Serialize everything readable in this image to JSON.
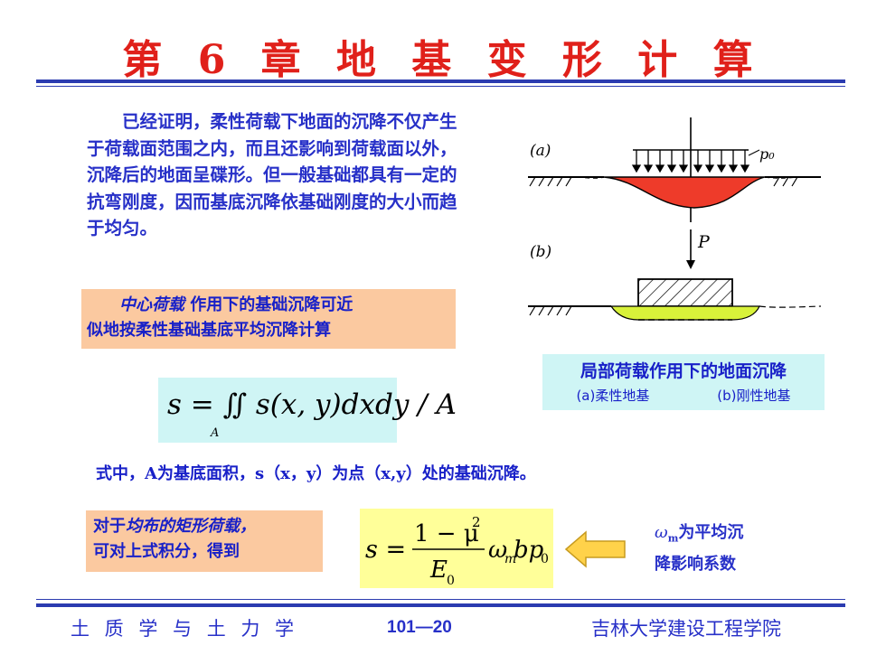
{
  "title": "第 6 章  地 基 变 形 计 算",
  "paragraph": "已经证明，柔性荷载下地面的沉降不仅产生于荷载面范围之内，而且还影响到荷载面以外，沉降后的地面呈碟形。但一般基础都具有一定的抗弯刚度，因而基底沉降依基础刚度的大小而趋于均匀。",
  "box1": {
    "italic": "中心荷载",
    "text1": " 作用下的基础沉降可近",
    "text2": "似地按柔性基础基底平均沉降计算"
  },
  "formula1": {
    "text": "s = ∬ s(x, y)dxdy / A",
    "subscript": "A"
  },
  "explanation": "式中，A为基底面积，s（x，y）为点（x,y）处的基础沉降。",
  "box2": {
    "line1_prefix": "对于",
    "line1_italic": "均布的矩形荷载，",
    "line2": "可对上式积分，得到"
  },
  "formula2": {
    "lhs": "s =",
    "numerator": "1 − μ",
    "numerator_sup": "2",
    "denominator": "E",
    "denominator_sub": "0",
    "rhs": "ω",
    "rhs_sub": "m",
    "rhs_tail": "bp",
    "rhs_tail_sub": "0"
  },
  "note": {
    "symbol": "ω",
    "symbol_sub": "m",
    "line1": "为平均沉",
    "line2": "降影响系数"
  },
  "figure": {
    "label_a": "(a)",
    "label_b": "(b)",
    "label_p0": "p₀",
    "label_P": "P"
  },
  "caption": {
    "main": "局部荷载作用下的地面沉降",
    "sub_a": "(a)柔性地基",
    "sub_b": "(b)刚性地基"
  },
  "footer": {
    "left": "土 质 学 与 土 力 学",
    "middle": "101—20",
    "right": "吉林大学建设工程学院"
  },
  "colors": {
    "title": "#e0201a",
    "text": "#2730c8",
    "orange_box": "#fbc9a0",
    "cyan_box": "#cff5f5",
    "yellow_box": "#ffff99",
    "settlement_red": "#ee3b2a",
    "settlement_green": "#d8f23a",
    "arrow": "#ffd24a"
  }
}
